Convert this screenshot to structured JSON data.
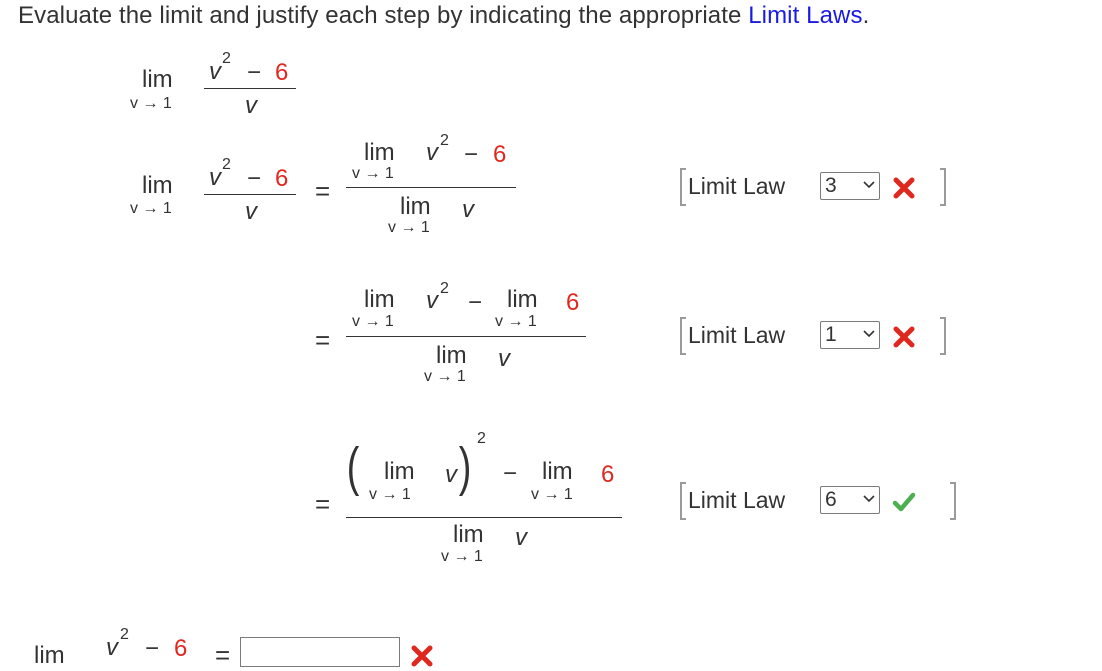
{
  "prompt": {
    "text_before": "Evaluate the limit and justify each step by indicating the appropriate ",
    "link_text": "Limit Laws",
    "text_after": "."
  },
  "math": {
    "lim": "lim",
    "approach": "v → 1",
    "var": "v",
    "exp": "2",
    "minus": "−",
    "const": "6",
    "equals": "="
  },
  "steps": [
    {
      "label": "Limit Law",
      "selected": "3",
      "status": "incorrect"
    },
    {
      "label": "Limit Law",
      "selected": "1",
      "status": "incorrect"
    },
    {
      "label": "Limit Law",
      "selected": "6",
      "status": "correct"
    }
  ],
  "colors": {
    "link": "#1a1ae6",
    "constant": "#e0281e",
    "incorrect": "#e0281e",
    "correct": "#4caf50"
  },
  "icons": {
    "incorrect": "x-mark-icon",
    "correct": "check-mark-icon",
    "dropdown": "chevron-down-icon"
  }
}
